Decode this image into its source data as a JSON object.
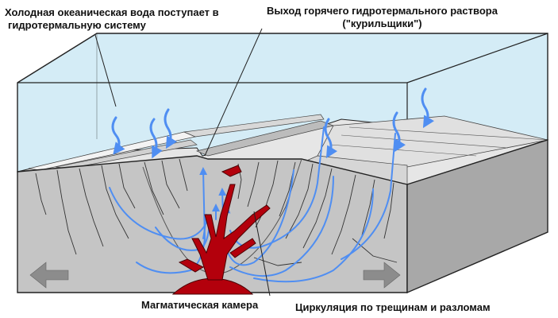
{
  "labels": {
    "cold_water_line1": "Холодная океаническая вода поступает в",
    "cold_water_line2": "гидротермальную систему",
    "vent_line1": "Выход горячего гидротермального раствора",
    "vent_line2": "(\"курильщики\")",
    "magma_chamber": "Магматическая камера",
    "circulation": "Циркуляция по трещинам и разломам"
  },
  "colors": {
    "water": "#cfeaf5",
    "rock_front": "#c4c4c4",
    "rock_top": "#e3e3e3",
    "flow": "#4f8ef2",
    "magma": "#b3000c",
    "arrow": "#8c8c8c"
  },
  "icons": {
    "spreading_arrows": "left-right-arrows",
    "downflow": "wavy-down-arrow"
  }
}
